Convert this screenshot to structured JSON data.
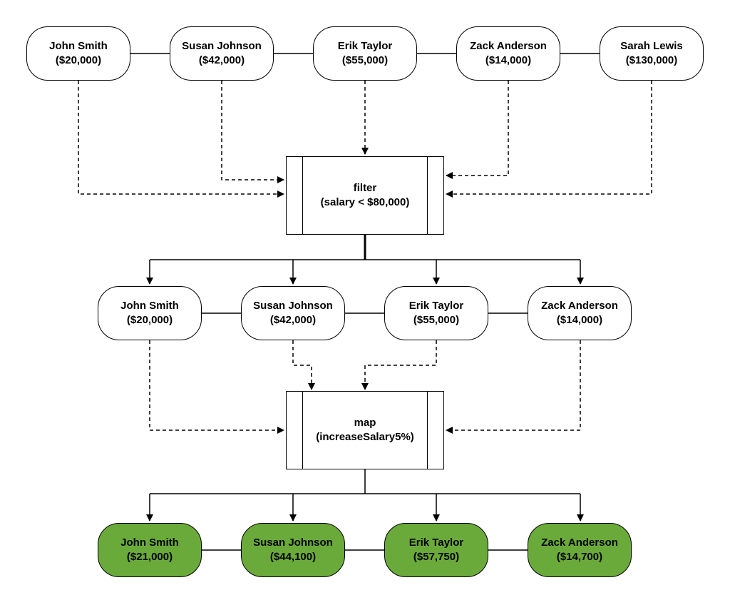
{
  "input_row": [
    {
      "name": "John Smith",
      "salary": "($20,000)"
    },
    {
      "name": "Susan Johnson",
      "salary": "($42,000)"
    },
    {
      "name": "Erik Taylor",
      "salary": "($55,000)"
    },
    {
      "name": "Zack Anderson",
      "salary": "($14,000)"
    },
    {
      "name": "Sarah Lewis",
      "salary": "($130,000)"
    }
  ],
  "filter": {
    "title": "filter",
    "expr": "(salary < $80,000)"
  },
  "filtered_row": [
    {
      "name": "John Smith",
      "salary": "($20,000)"
    },
    {
      "name": "Susan Johnson",
      "salary": "($42,000)"
    },
    {
      "name": "Erik Taylor",
      "salary": "($55,000)"
    },
    {
      "name": "Zack Anderson",
      "salary": "($14,000)"
    }
  ],
  "map": {
    "title": "map",
    "expr": "(increaseSalary5%)"
  },
  "output_row": [
    {
      "name": "John Smith",
      "salary": "($21,000)"
    },
    {
      "name": "Susan Johnson",
      "salary": "($44,100)"
    },
    {
      "name": "Erik Taylor",
      "salary": "($57,750)"
    },
    {
      "name": "Zack Anderson",
      "salary": "($14,700)"
    }
  ],
  "colors": {
    "output_fill": "#6aaa3a",
    "stroke": "#000000"
  }
}
